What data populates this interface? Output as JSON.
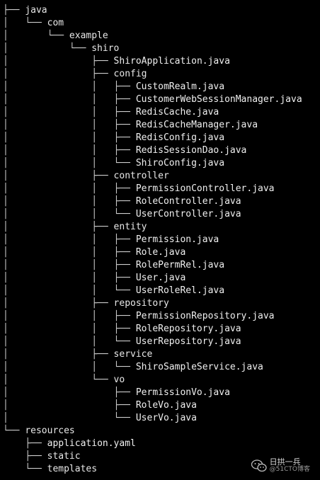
{
  "colors": {
    "background": "#000000",
    "text": "#e6e6e6"
  },
  "tree": {
    "lines": [
      {
        "conn": "├── ",
        "label": "java"
      },
      {
        "conn": "│   └── ",
        "label": "com"
      },
      {
        "conn": "│       └── ",
        "label": "example"
      },
      {
        "conn": "│           └── ",
        "label": "shiro"
      },
      {
        "conn": "│               ├── ",
        "label": "ShiroApplication.java"
      },
      {
        "conn": "│               ├── ",
        "label": "config"
      },
      {
        "conn": "│               │   ├── ",
        "label": "CustomRealm.java"
      },
      {
        "conn": "│               │   ├── ",
        "label": "CustomerWebSessionManager.java"
      },
      {
        "conn": "│               │   ├── ",
        "label": "RedisCache.java"
      },
      {
        "conn": "│               │   ├── ",
        "label": "RedisCacheManager.java"
      },
      {
        "conn": "│               │   ├── ",
        "label": "RedisConfig.java"
      },
      {
        "conn": "│               │   ├── ",
        "label": "RedisSessionDao.java"
      },
      {
        "conn": "│               │   └── ",
        "label": "ShiroConfig.java"
      },
      {
        "conn": "│               ├── ",
        "label": "controller"
      },
      {
        "conn": "│               │   ├── ",
        "label": "PermissionController.java"
      },
      {
        "conn": "│               │   ├── ",
        "label": "RoleController.java"
      },
      {
        "conn": "│               │   └── ",
        "label": "UserController.java"
      },
      {
        "conn": "│               ├── ",
        "label": "entity"
      },
      {
        "conn": "│               │   ├── ",
        "label": "Permission.java"
      },
      {
        "conn": "│               │   ├── ",
        "label": "Role.java"
      },
      {
        "conn": "│               │   ├── ",
        "label": "RolePermRel.java"
      },
      {
        "conn": "│               │   ├── ",
        "label": "User.java"
      },
      {
        "conn": "│               │   └── ",
        "label": "UserRoleRel.java"
      },
      {
        "conn": "│               ├── ",
        "label": "repository"
      },
      {
        "conn": "│               │   ├── ",
        "label": "PermissionRepository.java"
      },
      {
        "conn": "│               │   ├── ",
        "label": "RoleRepository.java"
      },
      {
        "conn": "│               │   └── ",
        "label": "UserRepository.java"
      },
      {
        "conn": "│               ├── ",
        "label": "service"
      },
      {
        "conn": "│               │   └── ",
        "label": "ShiroSampleService.java"
      },
      {
        "conn": "│               └── ",
        "label": "vo"
      },
      {
        "conn": "│                   ├── ",
        "label": "PermissionVo.java"
      },
      {
        "conn": "│                   ├── ",
        "label": "RoleVo.java"
      },
      {
        "conn": "│                   └── ",
        "label": "UserVo.java"
      },
      {
        "conn": "└── ",
        "label": "resources"
      },
      {
        "conn": "    ├── ",
        "label": "application.yaml"
      },
      {
        "conn": "    ├── ",
        "label": "static"
      },
      {
        "conn": "    └── ",
        "label": "templates"
      }
    ]
  },
  "watermark": {
    "icon": "wechat-icon",
    "name": "日拱一兵",
    "source": "@51CTO博客"
  }
}
